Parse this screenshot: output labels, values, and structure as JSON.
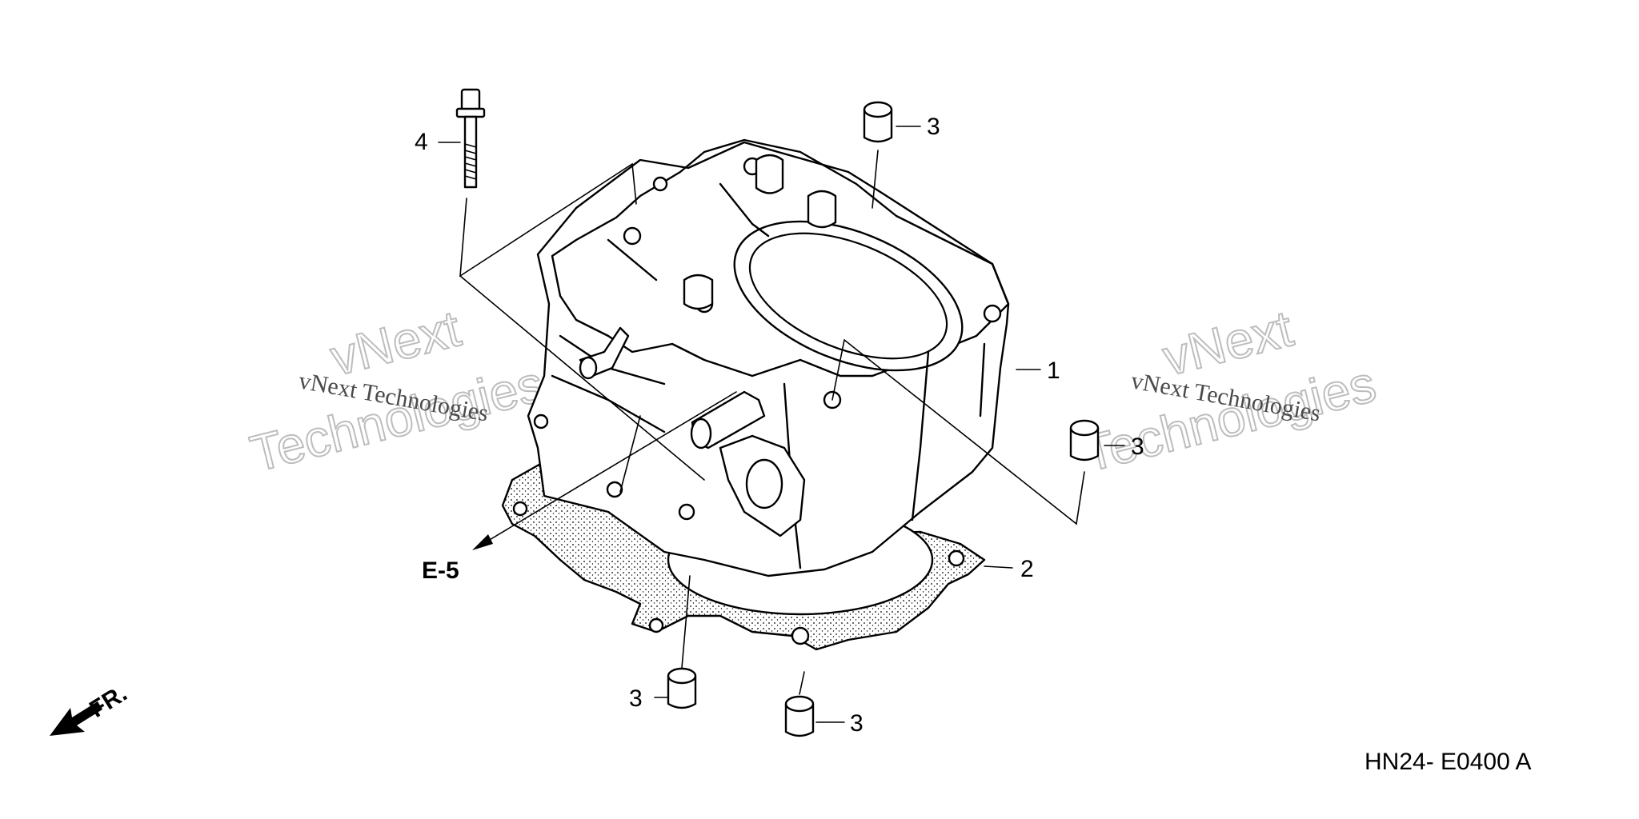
{
  "watermark": {
    "small_text": "vNext Technologies",
    "big_line1": "vNext",
    "big_line2": "Technologies"
  },
  "callouts": {
    "cylinder": "1",
    "gasket": "2",
    "dowel": "3",
    "bolt": "4"
  },
  "reference": {
    "e5": "E-5",
    "direction": "FR.",
    "diagram_code": "HN24- E0400 A"
  }
}
